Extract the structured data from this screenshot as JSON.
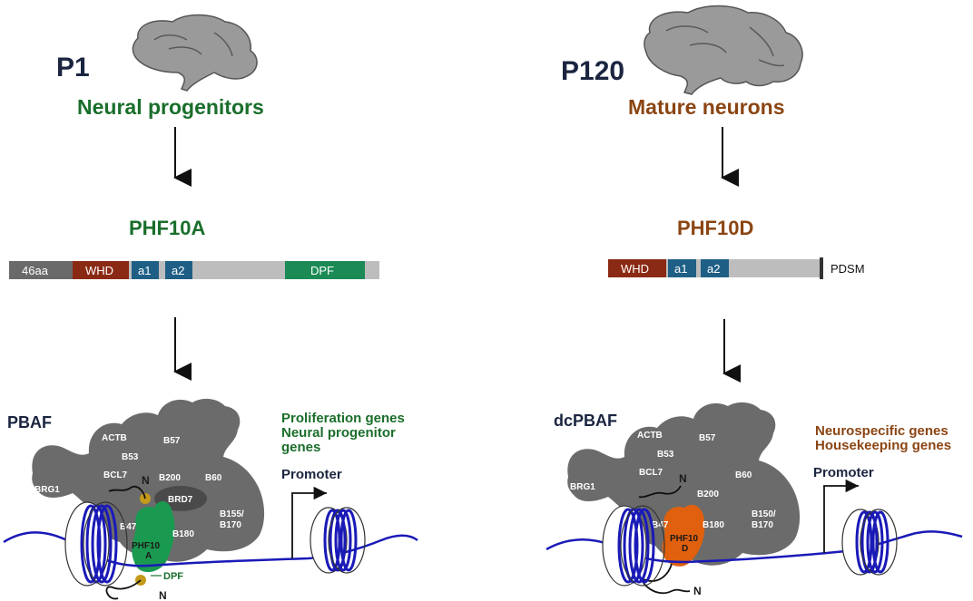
{
  "colors": {
    "navy": "#1b2540",
    "green": "#1a6e2b",
    "brown": "#8b4513",
    "gray_complex": "#6b6b6b",
    "domain_46aa": "#6a6a6a",
    "domain_whd": "#8b2a14",
    "domain_a": "#1f5f86",
    "domain_dpf": "#1b8a55",
    "bar_gray": "#bdbdbd",
    "dna": "#1a1ab8",
    "phf10a_protein": "#1a9a50",
    "phf10d_protein": "#e0600e",
    "brd7": "#4a4a4a",
    "gold": "#c49a1a"
  },
  "icons": {
    "brain_p1": "brain-sagittal-icon",
    "brain_p120": "brain-sagittal-icon"
  },
  "left": {
    "stage": "P1",
    "cell_type": "Neural progenitors",
    "isoform": "PHF10A",
    "domains": [
      {
        "label": "46aa",
        "color": "#6a6a6a"
      },
      {
        "label": "WHD",
        "color": "#8b2a14"
      },
      {
        "label": "a1",
        "color": "#1f5f86"
      },
      {
        "label": "a2",
        "color": "#1f5f86"
      },
      {
        "label": "DPF",
        "color": "#1b8a55"
      }
    ],
    "complex": {
      "name": "PBAF",
      "subunits": [
        "ACTB",
        "B53",
        "B57",
        "BRG1",
        "BCL7",
        "B200",
        "B60",
        "B155/",
        "B170",
        "B47",
        "B180"
      ],
      "brd7": "BRD7",
      "phf10_line1": "PHF10",
      "phf10_line2": "A",
      "n_top": "N",
      "n_bottom": "N",
      "dpf_label": "DPF",
      "promoter": "Promoter",
      "genes": [
        "Proliferation genes",
        "Neural progenitor",
        "genes"
      ]
    }
  },
  "right": {
    "stage": "P120",
    "cell_type": "Mature neurons",
    "isoform": "PHF10D",
    "domains": [
      {
        "label": "WHD",
        "color": "#8b2a14"
      },
      {
        "label": "a1",
        "color": "#1f5f86"
      },
      {
        "label": "a2",
        "color": "#1f5f86"
      }
    ],
    "pdsm": "PDSM",
    "complex": {
      "name": "dcPBAF",
      "subunits": [
        "ACTB",
        "B53",
        "B57",
        "BRG1",
        "BCL7",
        "B200",
        "B60",
        "B150/",
        "B170",
        "B47",
        "B180"
      ],
      "phf10_line1": "PHF10",
      "phf10_line2": "D",
      "n_top": "N",
      "n_bottom": "N",
      "promoter": "Promoter",
      "genes": [
        "Neurospecific genes",
        "Housekeeping genes"
      ]
    }
  }
}
